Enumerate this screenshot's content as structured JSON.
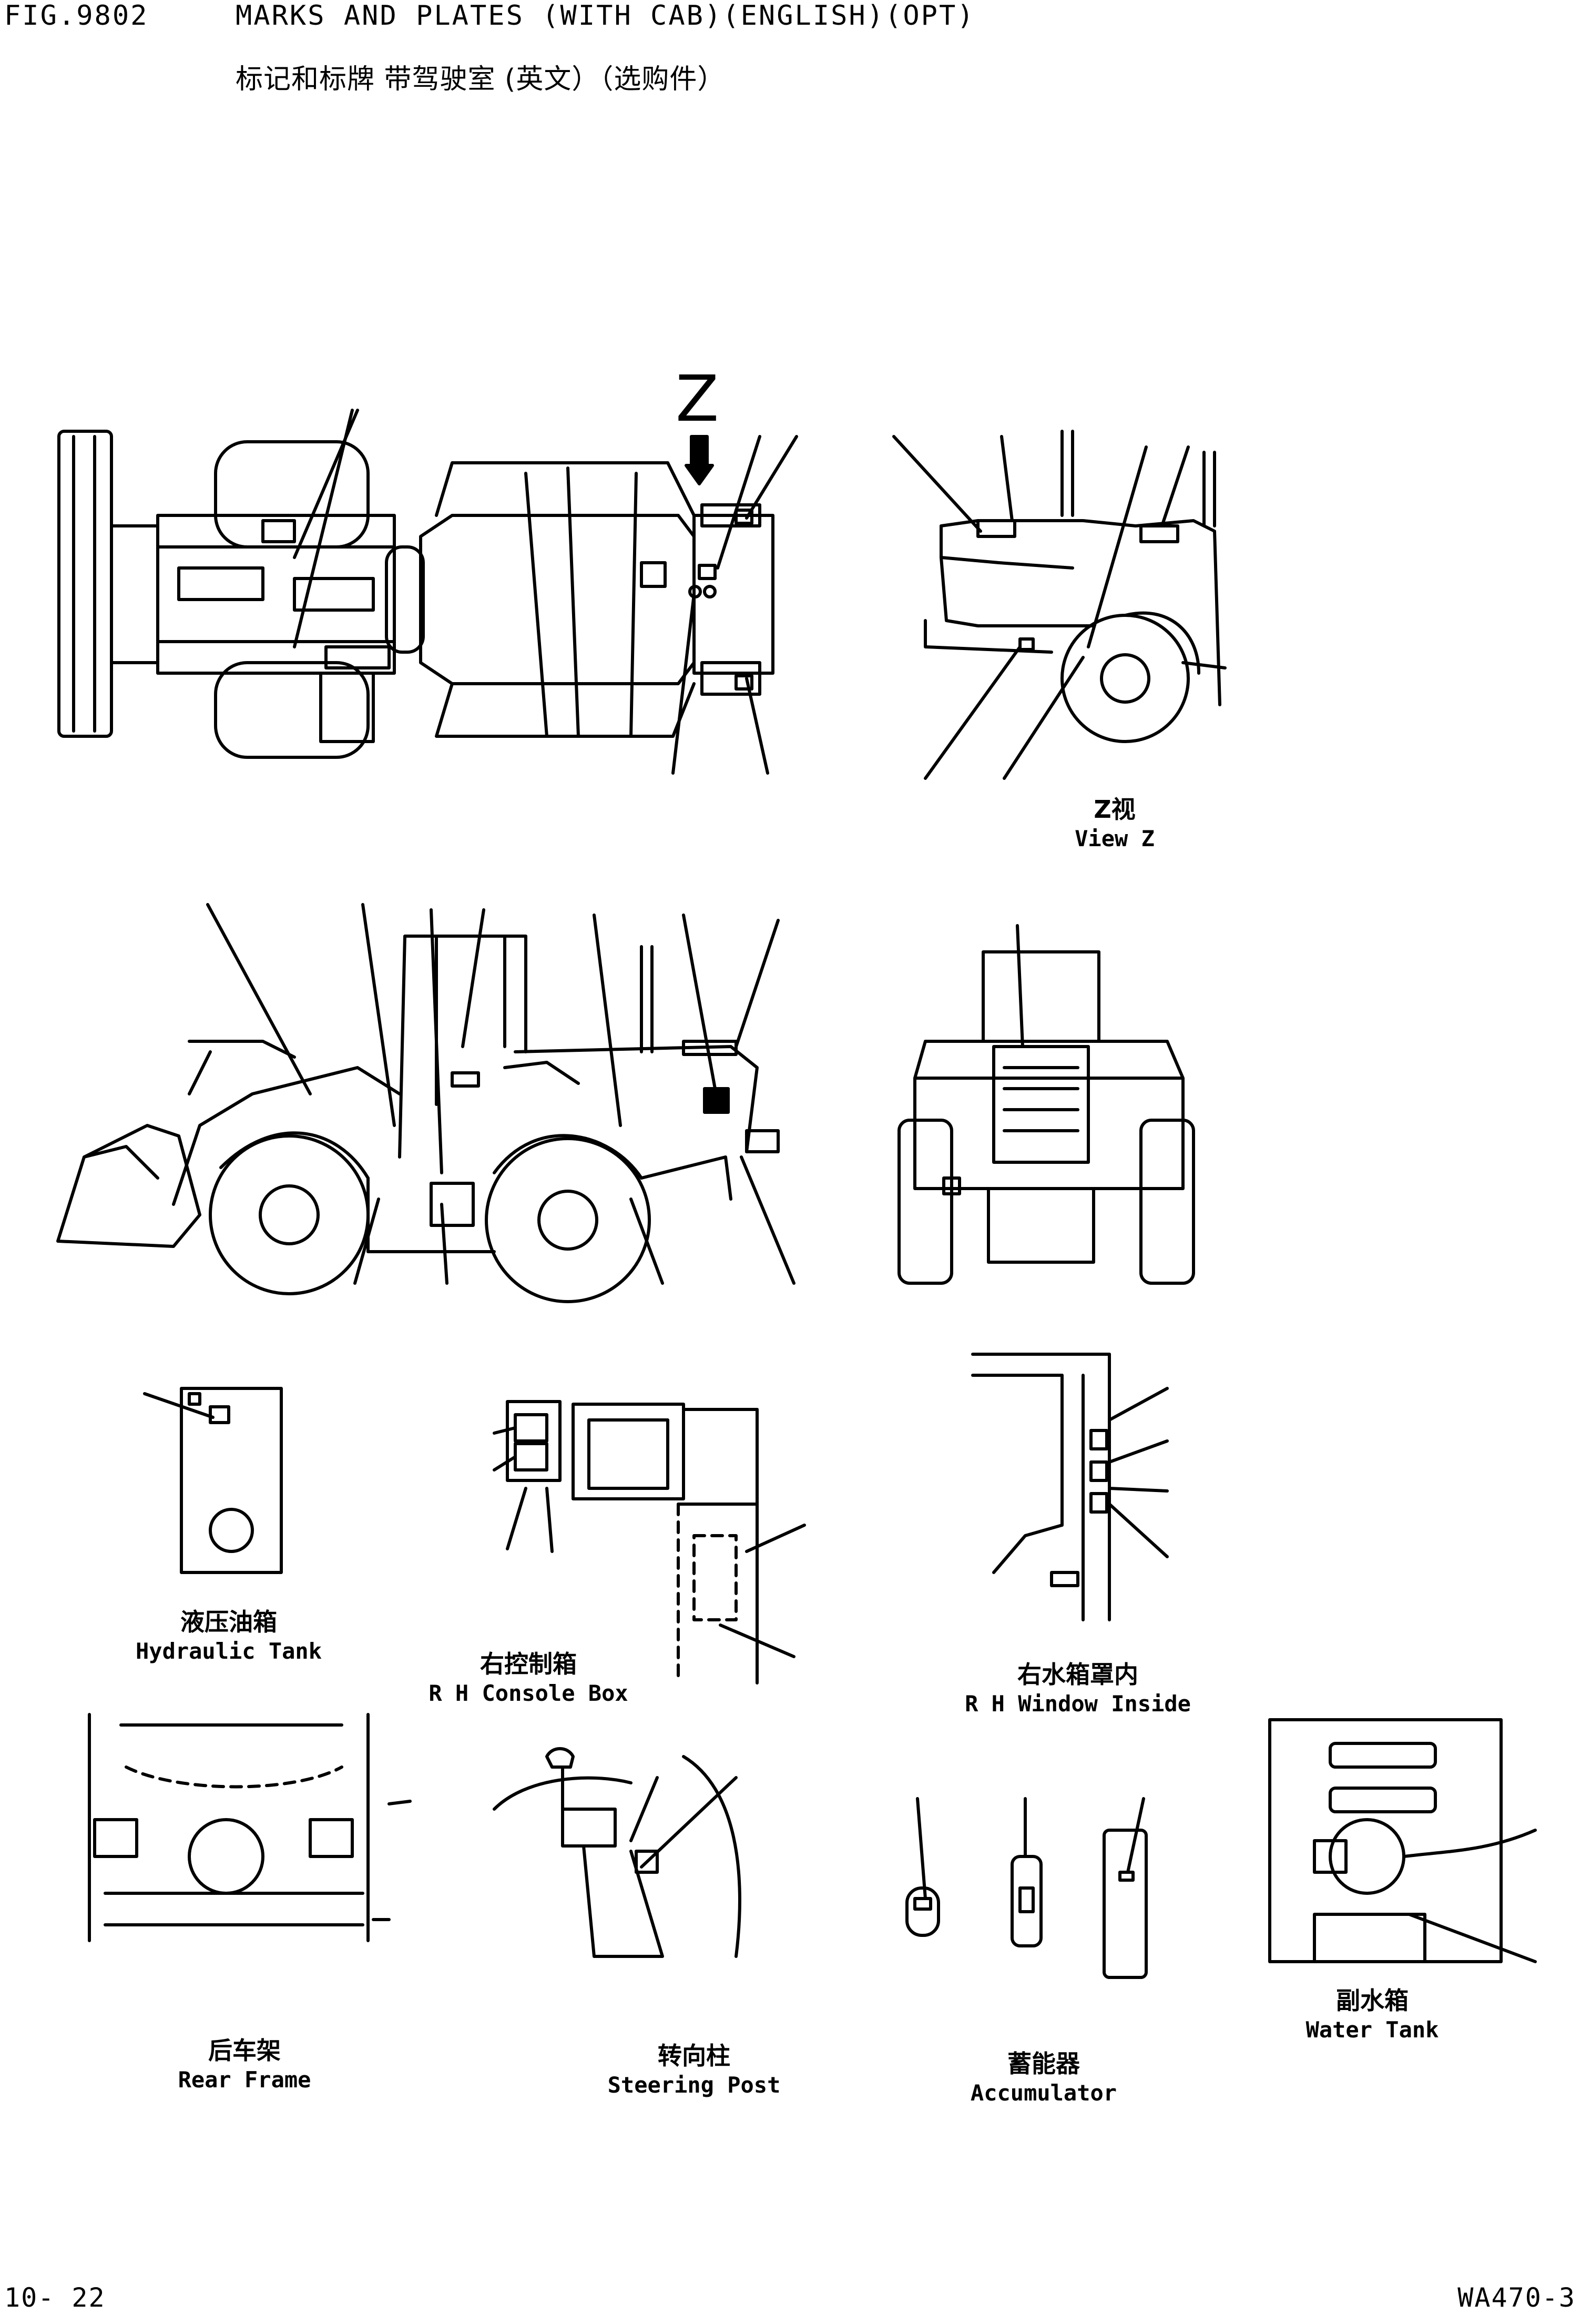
{
  "header": {
    "fig_no": "FIG.9802",
    "title_en": "MARKS AND PLATES (WITH CAB)(ENGLISH)(OPT)",
    "title_zh": "标记和标牌 带驾驶室 (英文）（选购件）"
  },
  "view_marker": "Z",
  "captions": {
    "view_z": {
      "zh": "Z视",
      "en": "View Z"
    },
    "hydraulic_tank": {
      "zh": "液压油箱",
      "en": "Hydraulic Tank"
    },
    "console_box": {
      "zh": "右控制箱",
      "en": "R H  Console Box"
    },
    "window_inside": {
      "zh": "右水箱罩内",
      "en": "R H  Window Inside"
    },
    "rear_frame": {
      "zh": "后车架",
      "en": "Rear Frame"
    },
    "steering_post": {
      "zh": "转向柱",
      "en": "Steering Post"
    },
    "accumulator": {
      "zh": "蓄能器",
      "en": "Accumulator"
    },
    "water_tank": {
      "zh": "副水箱",
      "en": "Water Tank"
    }
  },
  "footer": {
    "page": "10- 22",
    "model": "WA470-3"
  }
}
